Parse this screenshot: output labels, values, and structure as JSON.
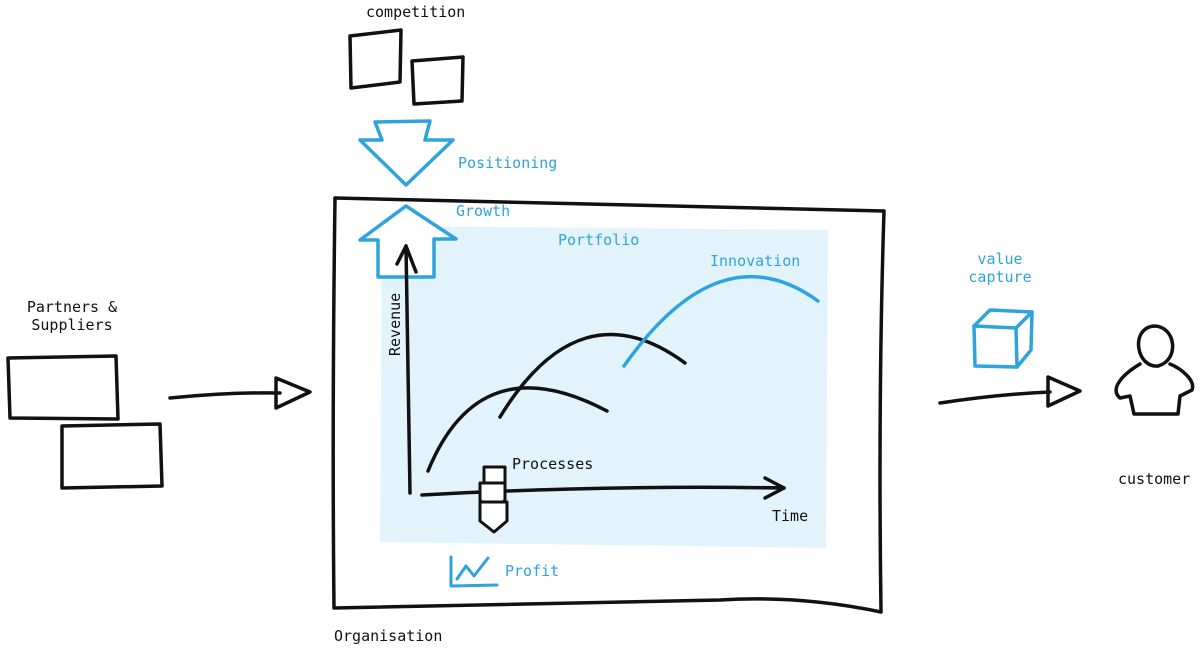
{
  "colors": {
    "ink": "#111111",
    "accent": "#2ea3dd",
    "panel": "#e3f3fc"
  },
  "labels": {
    "competition": "competition",
    "positioning": "Positioning",
    "growth": "Growth",
    "portfolio": "Portfolio",
    "innovation": "Innovation",
    "partners_line1": "Partners &",
    "partners_line2": "Suppliers",
    "value_capture_line1": "value",
    "value_capture_line2": "capture",
    "customer": "customer",
    "revenue": "Revenue",
    "processes": "Processes",
    "time": "Time",
    "profit": "Profit",
    "organisation": "Organisation"
  }
}
